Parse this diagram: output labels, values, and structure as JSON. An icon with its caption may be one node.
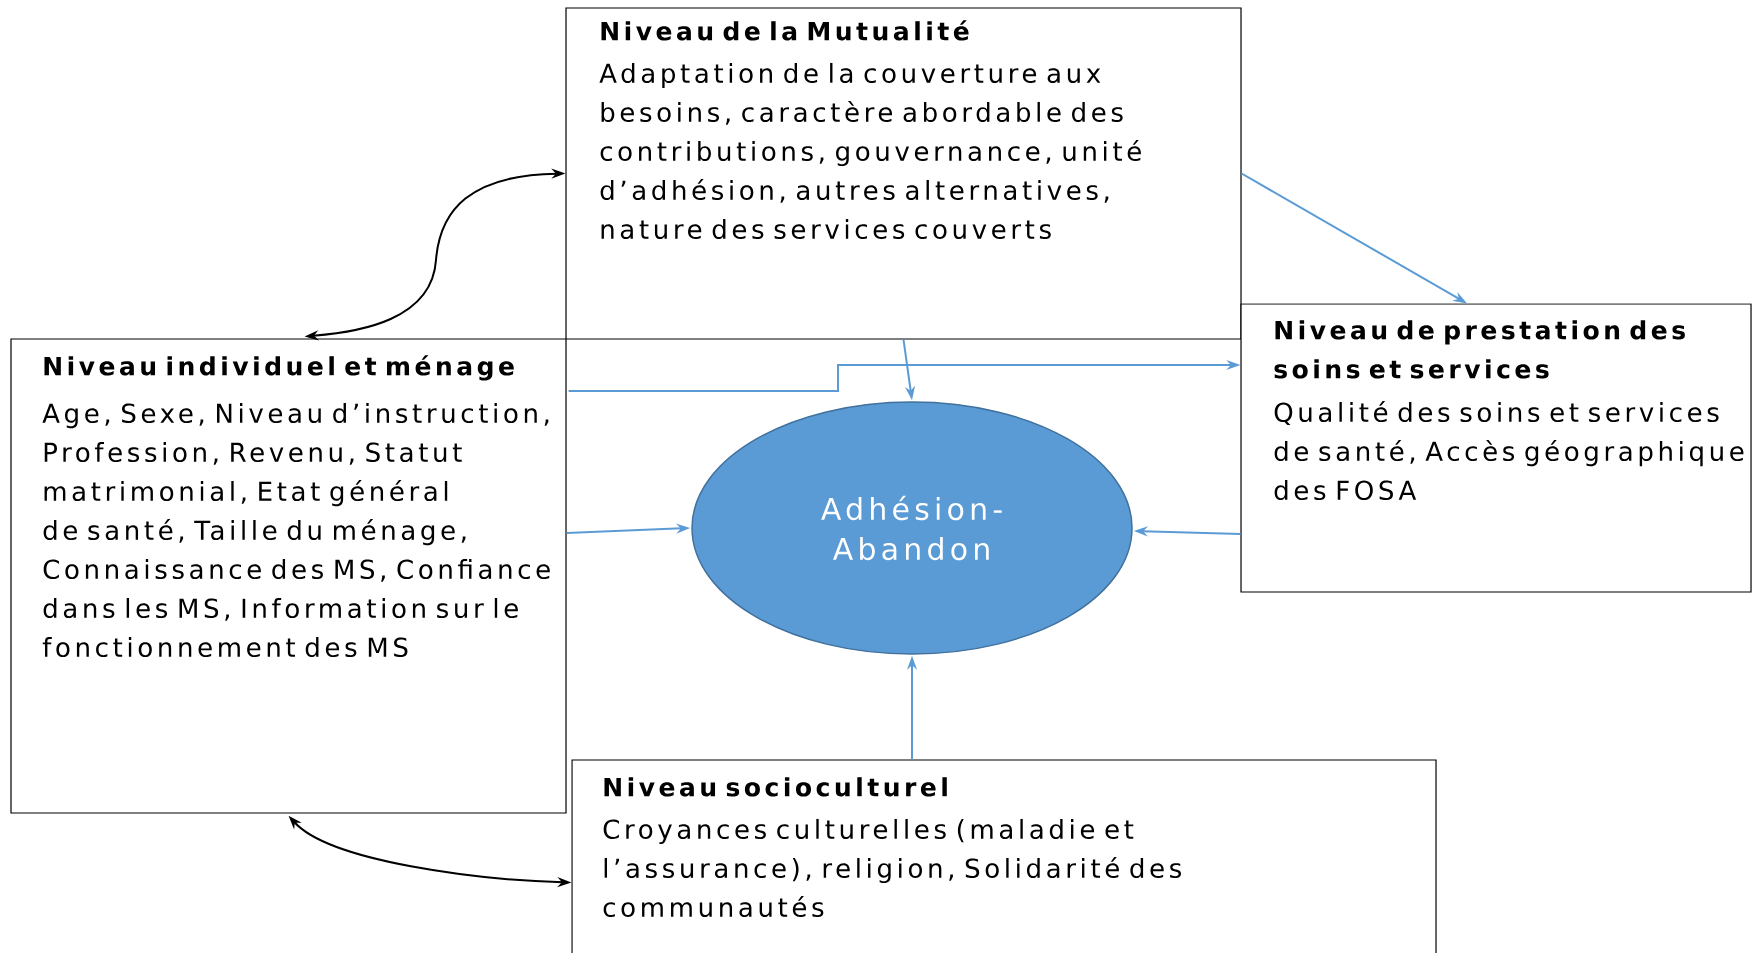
{
  "diagram": {
    "nodes": [
      {
        "text": [
          "Niveau de la Mutualité",
          "Adaptation de la couverture aux besoins, caractère abordable des contributions, gouvernance, unité d’adhésion, autres alternatives, nature des services couverts"
        ]
      },
      {
        "text": [
          "Niveau individuel et ménage",
          "Age, Sexe, Niveau d’instruction, Profession, Revenu, Statut matrimonial, Etat général de santé, Taille du ménage, Connaissance des MS, Confiance dans les MS, Information sur le fonctionnement des MS"
        ]
      },
      {
        "text": [
          "Niveau de prestation des soins et services",
          "Qualité des soins et services de santé, Accès géographique des FOSA"
        ]
      },
      {
        "text": [
          "Adhésion-Abandon"
        ]
      },
      {
        "text": [
          "Niveau socioculturel",
          "Croyances culturelles (maladie et l’assurance), religion, Solidarité des communautés"
        ]
      }
    ],
    "edges": [
      {
        "from": 0,
        "to": 1,
        "arrow": "both",
        "color": "#000000"
      },
      {
        "from": 0,
        "to": 2,
        "arrow": "to"
      },
      {
        "from": 0,
        "to": 3,
        "arrow": "to"
      },
      {
        "from": 1,
        "to": 2,
        "arrow": "to"
      },
      {
        "from": 1,
        "to": 3,
        "arrow": "to"
      },
      {
        "from": 2,
        "to": 3,
        "arrow": "to"
      },
      {
        "from": 4,
        "to": 3,
        "arrow": "to"
      },
      {
        "from": 1,
        "to": 4,
        "arrow": "both",
        "color": "#000000"
      }
    ]
  }
}
